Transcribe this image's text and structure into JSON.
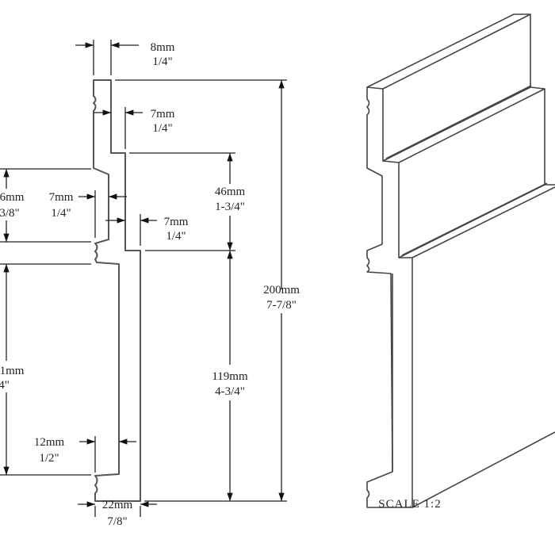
{
  "profile_dimensions": {
    "top_thickness": {
      "mm": "8mm",
      "in": "1/4\""
    },
    "upper_step": {
      "mm": "7mm",
      "in": "1/4\""
    },
    "middle_step": {
      "mm": "7mm",
      "in": "1/4\""
    },
    "lower_step": {
      "mm": "7mm",
      "in": "1/4\""
    },
    "upper_height": {
      "mm": "46mm",
      "in": "1-3/4\""
    },
    "lower_height": {
      "mm": "119mm",
      "in": "4-3/4\""
    },
    "total_height": {
      "mm": "200mm",
      "in": "7-7/8\""
    },
    "left_upper_clipped": {
      "mm": "6mm",
      "in": "3/8\""
    },
    "left_lower_clipped": {
      "mm": "1mm",
      "in": "4\""
    },
    "base_step": {
      "mm": "12mm",
      "in": "1/2\""
    },
    "total_depth": {
      "mm": "22mm",
      "in": "7/8\""
    }
  },
  "isometric_view": {
    "scale_label": "SCALE  1:2"
  }
}
